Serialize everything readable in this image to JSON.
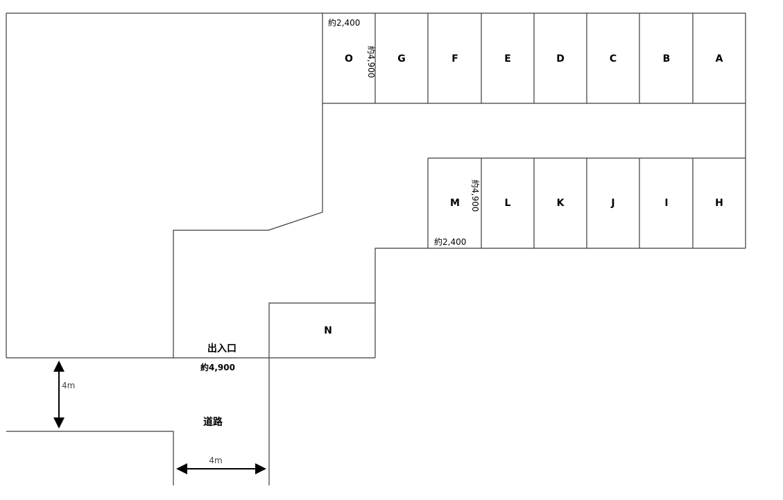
{
  "spaces_top": [
    "O",
    "G",
    "F",
    "E",
    "D",
    "C",
    "B",
    "A"
  ],
  "spaces_bottom": [
    "M",
    "L",
    "K",
    "J",
    "I",
    "H"
  ],
  "space_n": "N",
  "dimensions": {
    "top_width": "約2,400",
    "top_depth": "約4,900",
    "bottom_depth": "約4,900",
    "bottom_width": "約2,400",
    "entrance_width": "約4,900"
  },
  "labels": {
    "entrance": "出入口",
    "road": "道路",
    "road_width_vertical": "4m",
    "road_width_horizontal": "4m"
  }
}
